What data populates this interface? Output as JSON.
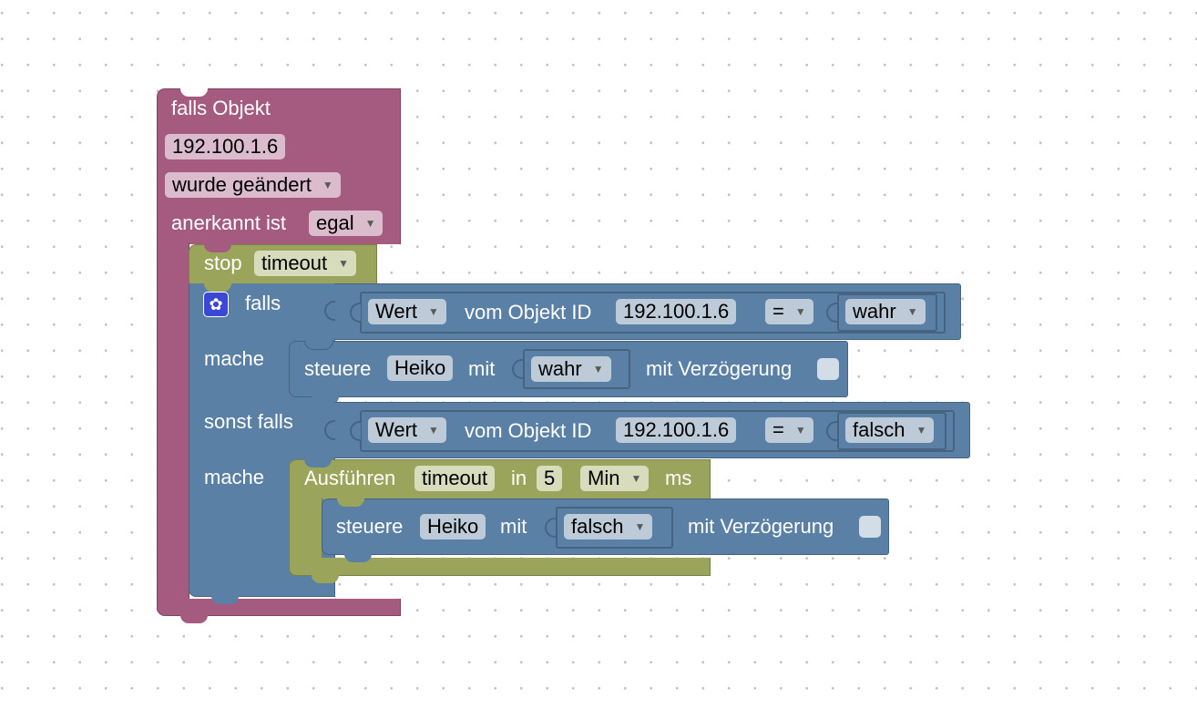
{
  "trigger": {
    "title": "falls Objekt",
    "object_id": "192.100.1.6",
    "condition": "wurde geändert",
    "ack_label": "anerkannt ist",
    "ack_value": "egal"
  },
  "stop": {
    "label": "stop",
    "timeout": "timeout"
  },
  "if_block": {
    "if_label": "falls",
    "do_label": "mache",
    "elseif_label": "sonst falls",
    "do2_label": "mache",
    "cond1": {
      "prop": "Wert",
      "text": "vom Objekt ID",
      "id": "192.100.1.6",
      "op": "=",
      "value": "wahr"
    },
    "cond2": {
      "prop": "Wert",
      "text": "vom Objekt ID",
      "id": "192.100.1.6",
      "op": "=",
      "value": "falsch"
    }
  },
  "control1": {
    "label": "steuere",
    "target": "Heiko",
    "with": "mit",
    "value": "wahr",
    "delay": "mit Verzögerung"
  },
  "timeout_block": {
    "label": "Ausführen",
    "name": "timeout",
    "in": "in",
    "amount": "5",
    "unit": "Min",
    "ms": "ms"
  },
  "control2": {
    "label": "steuere",
    "target": "Heiko",
    "with": "mit",
    "value": "falsch",
    "delay": "mit Verzögerung"
  },
  "icons": {
    "mutator": "gear-icon",
    "dropdown": "triangle-down-icon"
  },
  "colors": {
    "event": "#a55b80",
    "timer": "#9aa55b",
    "logic": "#5b80a5",
    "mutator": "#3b47d6"
  }
}
